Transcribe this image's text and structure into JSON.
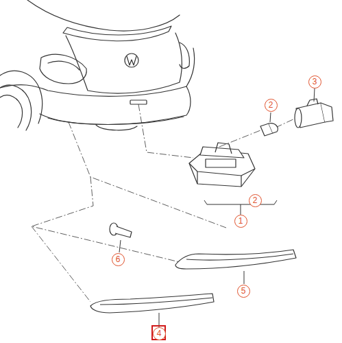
{
  "diagram": {
    "labels": [
      "3",
      "2",
      "2",
      "1",
      "6",
      "5",
      "4"
    ]
  }
}
